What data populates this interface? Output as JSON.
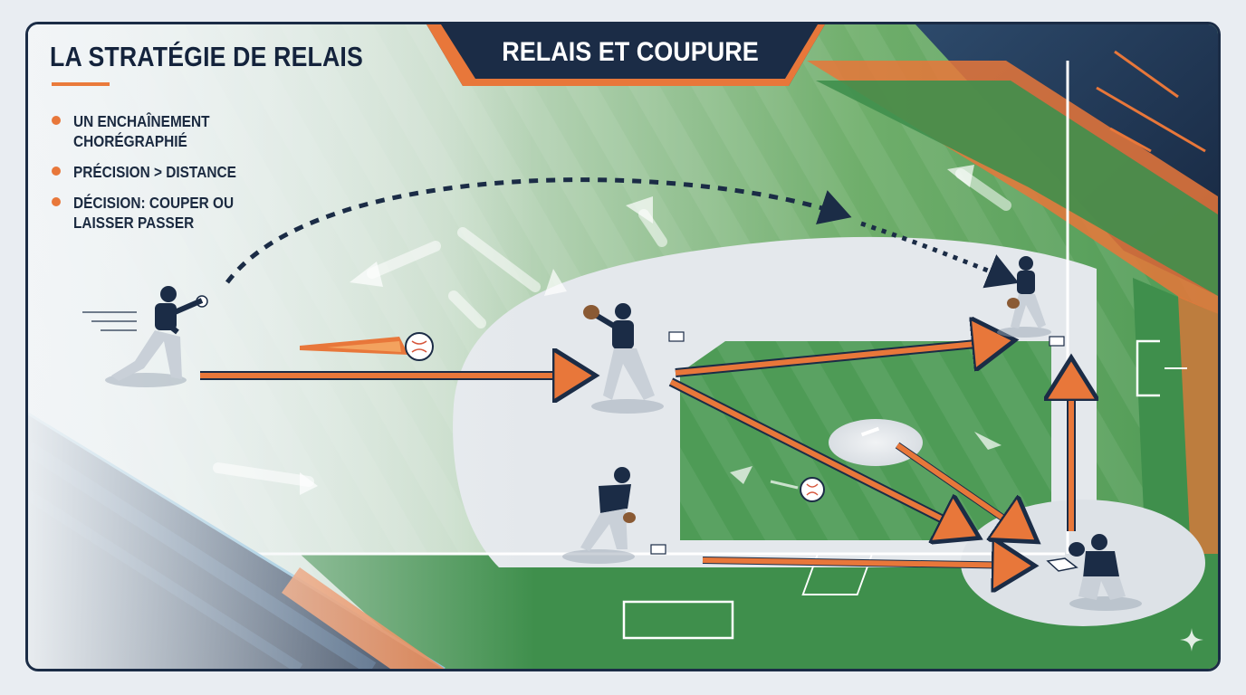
{
  "main_title": "LA STRATÉGIE DE RELAIS",
  "banner_title": "RELAIS ET COUPURE",
  "bullets": [
    "UN ENCHAÎNEMENT CHORÉGRAPHIÉ",
    "PRÉCISION > DISTANCE",
    "DÉCISION: COUPER OU\nLAISSER PASSER"
  ],
  "colors": {
    "navy": "#1b2c46",
    "orange": "#e8773a",
    "field_green": "#3f8f4c",
    "infield_dirt": "#e4e8ec"
  }
}
